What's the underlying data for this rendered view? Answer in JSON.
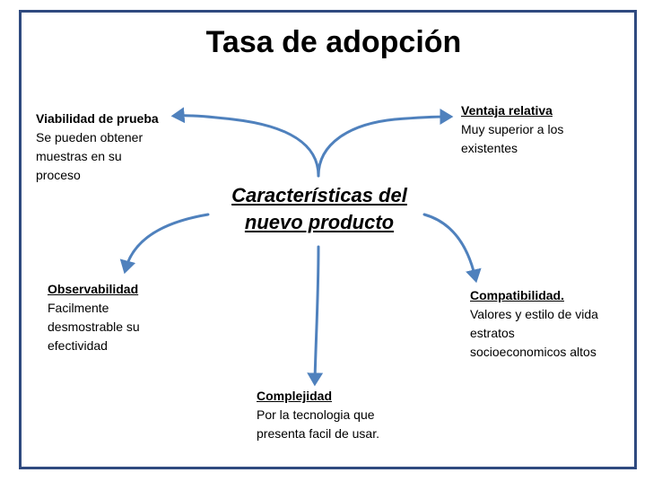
{
  "title": "Tasa de adopción",
  "center": {
    "line1": "Características del",
    "line2": "nuevo producto"
  },
  "colors": {
    "border": "#2f4a7f",
    "arrow": "#4f81bd",
    "text": "#000000"
  },
  "nodes": {
    "viabilidad": {
      "heading": "Viabilidad de prueba",
      "lines": [
        "Se pueden obtener",
        "muestras en su",
        "proceso"
      ]
    },
    "ventaja": {
      "heading": "Ventaja relativa",
      "lines": [
        "Muy superior a los",
        "existentes"
      ]
    },
    "observabilidad": {
      "heading": "Observabilidad",
      "lines": [
        "Facilmente",
        "desmostrable su",
        "efectividad"
      ]
    },
    "compatibilidad": {
      "heading": "Compatibilidad.",
      "lines": [
        "Valores y estilo de vida",
        "estratos",
        "socioeconomicos altos"
      ]
    },
    "complejidad": {
      "heading": "Complejidad",
      "lines": [
        "Por la tecnologia que",
        "presenta facil de usar."
      ]
    }
  }
}
